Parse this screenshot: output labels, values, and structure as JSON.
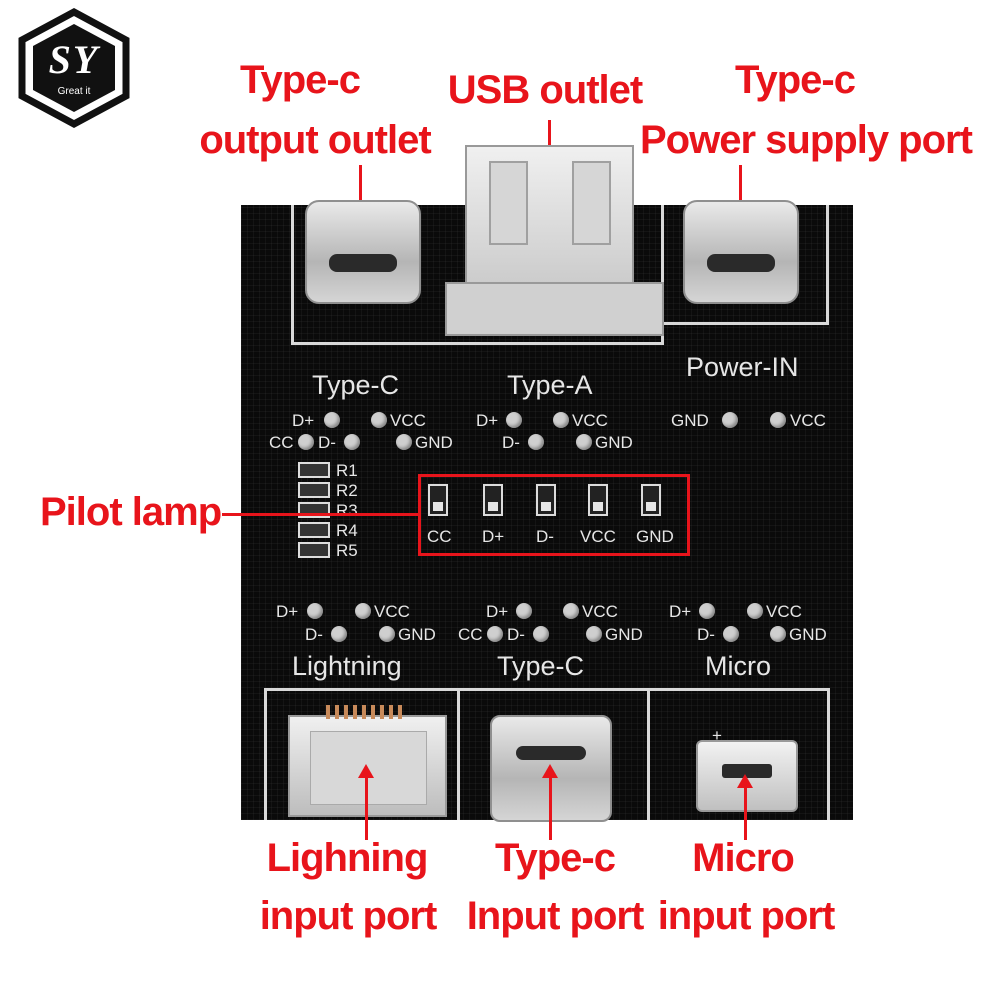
{
  "logo": {
    "letters": "SY",
    "tagline": "Great it"
  },
  "callouts": {
    "typec_output_l1": "Type-c",
    "typec_output_l2": "output outlet",
    "usb_outlet": "USB outlet",
    "typec_power_l1": "Type-c",
    "typec_power_l2": "Power supply port",
    "pilot_lamp": "Pilot lamp",
    "lightning_l1": "Lighning",
    "lightning_l2": "input port",
    "typec_input_l1": "Type-c",
    "typec_input_l2": "Input port",
    "micro_l1": "Micro",
    "micro_l2": "input port"
  },
  "board": {
    "top_labels": {
      "type_c": "Type-C",
      "type_a": "Type-A",
      "power_in": "Power-IN"
    },
    "bottom_labels": {
      "lightning": "Lightning",
      "type_c": "Type-C",
      "micro": "Micro"
    },
    "pins": {
      "dp": "D+",
      "dm": "D-",
      "vcc": "VCC",
      "gnd": "GND",
      "cc": "CC"
    },
    "resistors": [
      "R1",
      "R2",
      "R3",
      "R4",
      "R5"
    ],
    "leds": [
      "CC",
      "D+",
      "D-",
      "VCC",
      "GND"
    ],
    "micro_plus": "+"
  },
  "colors": {
    "callout": "#e8141b",
    "board": "#0a0a0a",
    "silkscreen": "#e6e6e6"
  }
}
